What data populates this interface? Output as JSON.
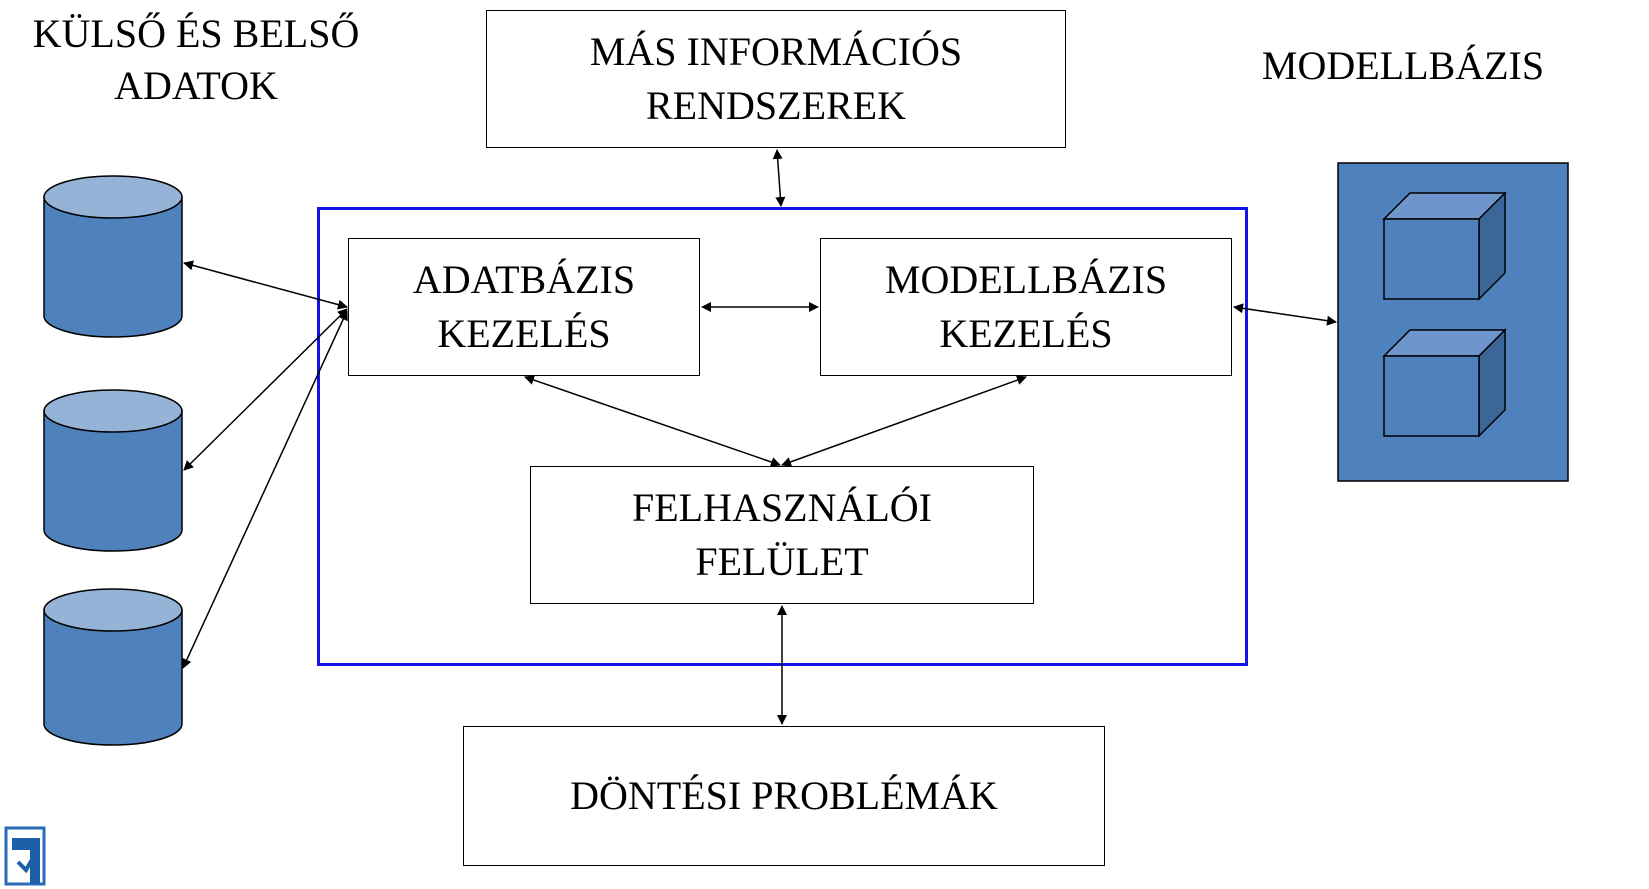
{
  "labels": {
    "external_internal_data": [
      "KÜLSŐ ÉS BELSŐ",
      "ADATOK"
    ],
    "model_base": "MODELLBÁZIS"
  },
  "boxes": {
    "other_info_systems": [
      "MÁS INFORMÁCIÓS",
      "RENDSZEREK"
    ],
    "database_management": [
      "ADATBÁZIS",
      "KEZELÉS"
    ],
    "model_base_management": [
      "MODELLBÁZIS",
      "KEZELÉS"
    ],
    "user_interface": [
      "FELHASZNÁLÓI",
      "FELÜLET"
    ],
    "decision_problems": "DÖNTÉSI PROBLÉMÁK"
  },
  "colors": {
    "cylinder_fill": "#4f81bd",
    "cylinder_top": "#95b3d7",
    "system_frame": "#1414e6",
    "model_panel": "#4f81bd",
    "cube_front": "#4f81bd",
    "cube_top": "#6f96cc",
    "cube_side": "#3c6698"
  },
  "icons": {
    "databases": [
      "database-cylinder-icon",
      "database-cylinder-icon",
      "database-cylinder-icon"
    ],
    "models": [
      "model-cube-icon",
      "model-cube-icon"
    ],
    "logo": "logo-icon"
  }
}
